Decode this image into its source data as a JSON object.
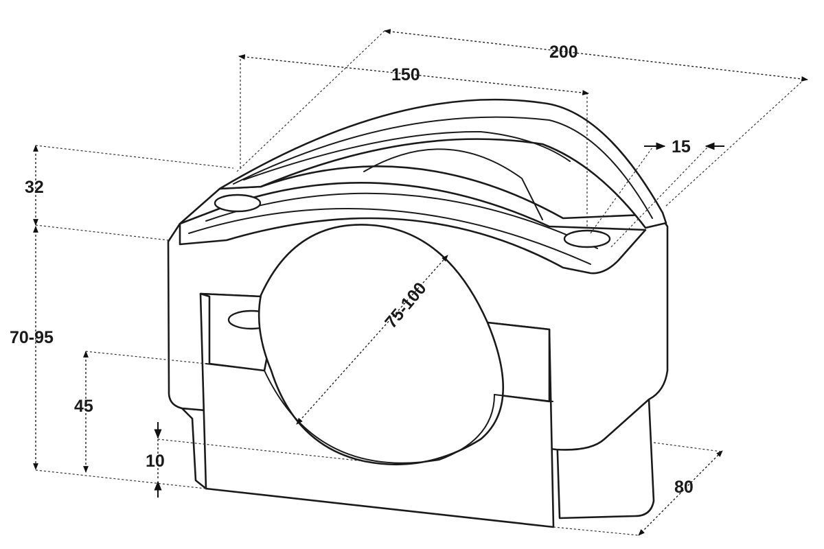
{
  "figure": {
    "dimensions": {
      "overall_length": "200",
      "hole_spacing": "150",
      "end_width": "15",
      "top_height": "32",
      "total_height": "70-95",
      "base_height": "45",
      "foot_height": "10",
      "depth": "80",
      "bore_diameter": "75-100"
    },
    "colors": {
      "line": "#1a1a1a",
      "fill": "#ffffff"
    }
  }
}
